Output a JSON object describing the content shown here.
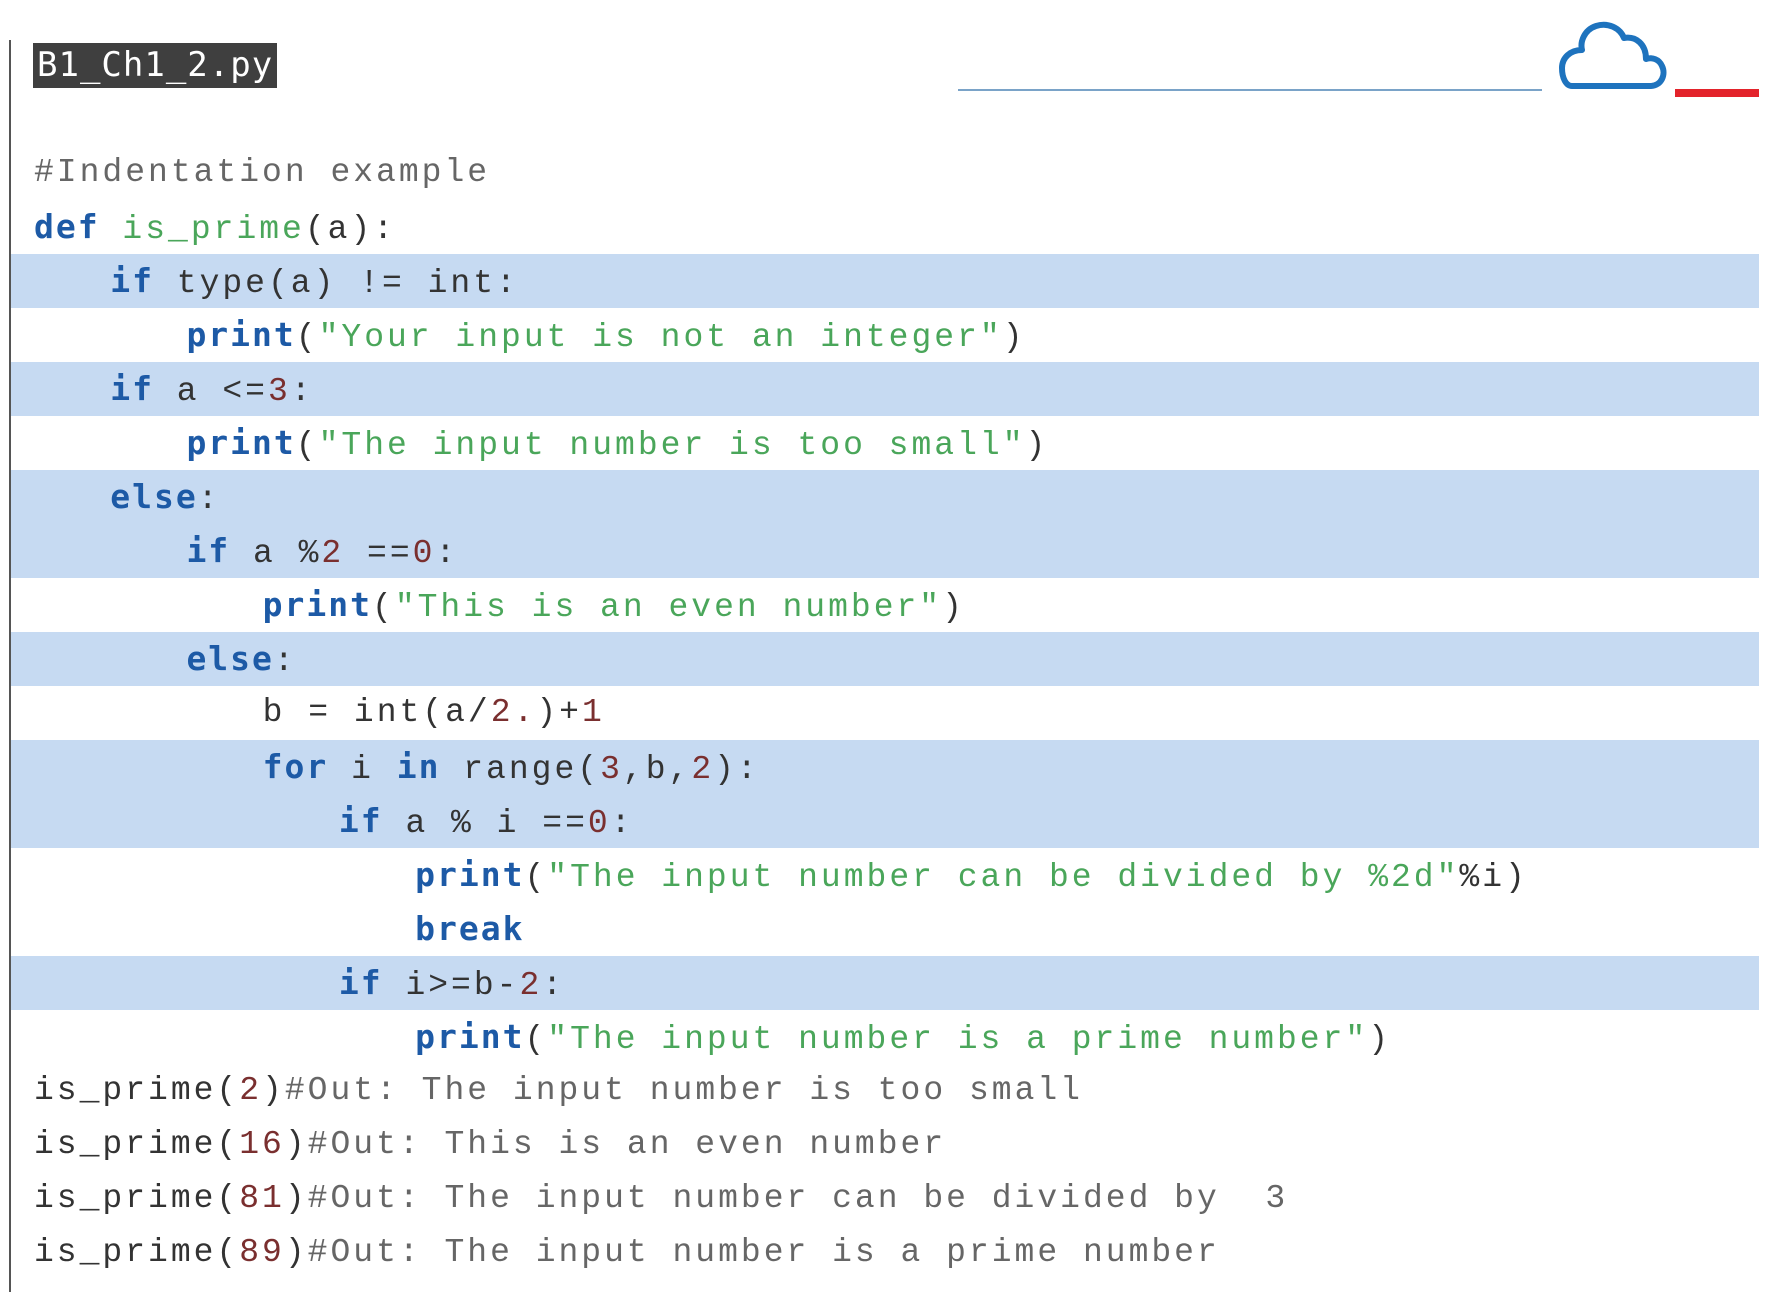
{
  "file_tab": {
    "name": "B1_Ch1_2.py"
  },
  "brand": {
    "icon": "cloud-icon",
    "accent_color": "#1e73be",
    "bar_color": "#e3232b"
  },
  "code": {
    "lines": [
      {
        "hl": false,
        "indent": 0,
        "tokens": [
          {
            "t": "cm",
            "v": "#Indentation example"
          }
        ]
      },
      {
        "hl": false,
        "indent": 0,
        "tokens": [
          {
            "t": "kw",
            "v": "def"
          },
          {
            "t": "op",
            "v": " "
          },
          {
            "t": "fn",
            "v": "is_prime"
          },
          {
            "t": "op",
            "v": "(a):"
          }
        ]
      },
      {
        "hl": true,
        "indent": 4,
        "tokens": [
          {
            "t": "kw",
            "v": "if"
          },
          {
            "t": "op",
            "v": " type(a) != int:"
          }
        ]
      },
      {
        "hl": false,
        "indent": 8,
        "tokens": [
          {
            "t": "kw",
            "v": "print"
          },
          {
            "t": "op",
            "v": "("
          },
          {
            "t": "str",
            "v": "\"Your input is not an integer\""
          },
          {
            "t": "op",
            "v": ")"
          }
        ]
      },
      {
        "hl": true,
        "indent": 4,
        "tokens": [
          {
            "t": "kw",
            "v": "if"
          },
          {
            "t": "op",
            "v": " a <="
          },
          {
            "t": "num",
            "v": "3"
          },
          {
            "t": "op",
            "v": ":"
          }
        ]
      },
      {
        "hl": false,
        "indent": 8,
        "tokens": [
          {
            "t": "kw",
            "v": "print"
          },
          {
            "t": "op",
            "v": "("
          },
          {
            "t": "str",
            "v": "\"The input number is too small\""
          },
          {
            "t": "op",
            "v": ")"
          }
        ]
      },
      {
        "hl": true,
        "indent": 4,
        "tokens": [
          {
            "t": "kw",
            "v": "else"
          },
          {
            "t": "op",
            "v": ":"
          }
        ]
      },
      {
        "hl": true,
        "indent": 8,
        "tokens": [
          {
            "t": "kw",
            "v": "if"
          },
          {
            "t": "op",
            "v": " a %"
          },
          {
            "t": "num",
            "v": "2"
          },
          {
            "t": "op",
            "v": " =="
          },
          {
            "t": "num",
            "v": "0"
          },
          {
            "t": "op",
            "v": ":"
          }
        ]
      },
      {
        "hl": false,
        "indent": 12,
        "tokens": [
          {
            "t": "kw",
            "v": "print"
          },
          {
            "t": "op",
            "v": "("
          },
          {
            "t": "str",
            "v": "\"This is an even number\""
          },
          {
            "t": "op",
            "v": ")"
          }
        ]
      },
      {
        "hl": true,
        "indent": 8,
        "tokens": [
          {
            "t": "kw",
            "v": "else"
          },
          {
            "t": "op",
            "v": ":"
          }
        ]
      },
      {
        "hl": false,
        "indent": 12,
        "tokens": [
          {
            "t": "op",
            "v": "b = int(a/"
          },
          {
            "t": "num",
            "v": "2."
          },
          {
            "t": "op",
            "v": ")+"
          },
          {
            "t": "num",
            "v": "1"
          }
        ]
      },
      {
        "hl": true,
        "indent": 12,
        "tokens": [
          {
            "t": "kw",
            "v": "for"
          },
          {
            "t": "op",
            "v": " i "
          },
          {
            "t": "kw",
            "v": "in"
          },
          {
            "t": "op",
            "v": " range("
          },
          {
            "t": "num",
            "v": "3"
          },
          {
            "t": "op",
            "v": ",b,"
          },
          {
            "t": "num",
            "v": "2"
          },
          {
            "t": "op",
            "v": "):"
          }
        ]
      },
      {
        "hl": true,
        "indent": 16,
        "tokens": [
          {
            "t": "kw",
            "v": "if"
          },
          {
            "t": "op",
            "v": " a % i =="
          },
          {
            "t": "num",
            "v": "0"
          },
          {
            "t": "op",
            "v": ":"
          }
        ]
      },
      {
        "hl": false,
        "indent": 20,
        "tokens": [
          {
            "t": "kw",
            "v": "print"
          },
          {
            "t": "op",
            "v": "("
          },
          {
            "t": "str",
            "v": "\"The input number can be divided by %2d\""
          },
          {
            "t": "op",
            "v": "%i)"
          }
        ]
      },
      {
        "hl": false,
        "indent": 20,
        "tokens": [
          {
            "t": "kw",
            "v": "break"
          }
        ]
      },
      {
        "hl": true,
        "indent": 16,
        "tokens": [
          {
            "t": "kw",
            "v": "if"
          },
          {
            "t": "op",
            "v": " i>=b-"
          },
          {
            "t": "num",
            "v": "2"
          },
          {
            "t": "op",
            "v": ":"
          }
        ]
      },
      {
        "hl": false,
        "indent": 20,
        "tokens": [
          {
            "t": "kw",
            "v": "print"
          },
          {
            "t": "op",
            "v": "("
          },
          {
            "t": "str",
            "v": "\"The input number is a prime number\""
          },
          {
            "t": "op",
            "v": ")"
          }
        ]
      },
      {
        "hl": false,
        "indent": 0,
        "tokens": [
          {
            "t": "op",
            "v": "is_prime("
          },
          {
            "t": "num",
            "v": "2"
          },
          {
            "t": "op",
            "v": ")"
          },
          {
            "t": "cm",
            "v": "#Out: The input number is too small"
          }
        ]
      },
      {
        "hl": false,
        "indent": 0,
        "tokens": [
          {
            "t": "op",
            "v": "is_prime("
          },
          {
            "t": "num",
            "v": "16"
          },
          {
            "t": "op",
            "v": ")"
          },
          {
            "t": "cm",
            "v": "#Out: This is an even number"
          }
        ]
      },
      {
        "hl": false,
        "indent": 0,
        "tokens": [
          {
            "t": "op",
            "v": "is_prime("
          },
          {
            "t": "num",
            "v": "81"
          },
          {
            "t": "op",
            "v": ")"
          },
          {
            "t": "cm",
            "v": "#Out: The input number can be divided by  3"
          }
        ]
      },
      {
        "hl": false,
        "indent": 0,
        "tokens": [
          {
            "t": "op",
            "v": "is_prime("
          },
          {
            "t": "num",
            "v": "89"
          },
          {
            "t": "op",
            "v": ")"
          },
          {
            "t": "cm",
            "v": "#Out: The input number is a prime number"
          }
        ]
      }
    ]
  }
}
